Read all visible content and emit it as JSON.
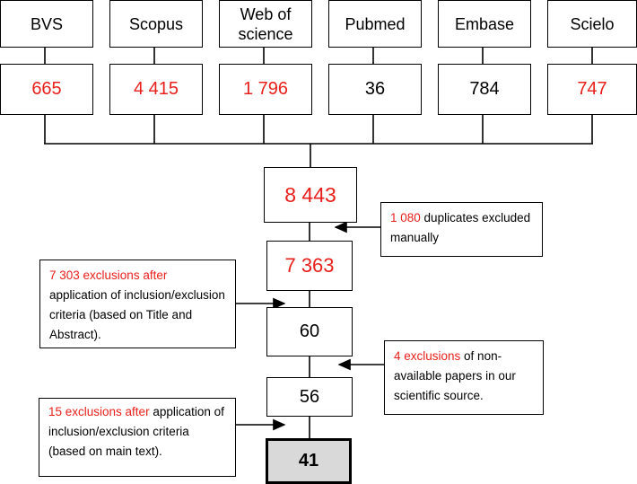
{
  "sources": [
    {
      "name": "BVS",
      "count": "665",
      "color": "#e8201c"
    },
    {
      "name": "Scopus",
      "count": "4 415",
      "color": "#e8201c"
    },
    {
      "name": "Web of science",
      "count": "1 796",
      "color": "#e8201c"
    },
    {
      "name": "Pubmed",
      "count": "36",
      "color": "#000000"
    },
    {
      "name": "Embase",
      "count": "784",
      "color": "#000000"
    },
    {
      "name": "Scielo",
      "count": "747",
      "color": "#e8201c"
    }
  ],
  "flow": {
    "total": "8 443",
    "after_duplicates": "7 363",
    "after_screening": "60",
    "after_availability": "56",
    "final": "41"
  },
  "notes": {
    "duplicates": {
      "highlight": "1 080",
      "text": " duplicates excluded manually"
    },
    "screening": {
      "highlight": "7 303 exclusions after",
      "text": " application of inclusion/exclusion criteria (based on Title and Abstract)."
    },
    "availability": {
      "highlight": "4 exclusions",
      "text": " of non-available papers in our scientific source."
    },
    "fulltext": {
      "highlight": "15 exclusions after",
      "text": " application of inclusion/exclusion criteria (based on main text)."
    }
  },
  "colors": {
    "highlight": "#e8201c",
    "final_fill": "#d9d9d9"
  }
}
